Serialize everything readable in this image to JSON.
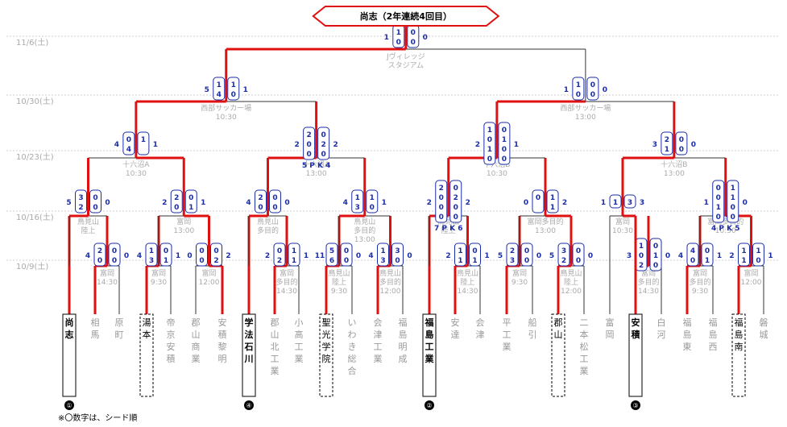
{
  "champion": "尚志（2年連続4回目）",
  "note": "※〇数字は、シード順",
  "dates": [
    "11/6(土)",
    "10/30(土)",
    "10/23(土)",
    "10/16(土)",
    "10/9(土)"
  ],
  "final": {
    "venue": [
      "Jヴィレッジ",
      "スタジアム"
    ],
    "left": [
      "1",
      "0"
    ],
    "right": [
      "0",
      "0"
    ],
    "sideL": "1",
    "sideR": "0"
  },
  "semis": [
    {
      "venue": [
        "西部サッカー場",
        "10:30"
      ],
      "left": [
        "1",
        "4"
      ],
      "right": [
        "1",
        "0"
      ],
      "sideL": "5",
      "sideR": "1"
    },
    {
      "venue": [
        "西部サッカー場",
        "13:00"
      ],
      "left": [
        "1",
        "0"
      ],
      "right": [
        "0",
        "0"
      ],
      "sideL": "1",
      "sideR": "0"
    }
  ],
  "qf": [
    {
      "venue": [
        "十六沼A",
        "10:30"
      ],
      "left": [
        "0",
        "4"
      ],
      "right": [
        "1"
      ],
      "sideL": "4",
      "sideR": "1"
    },
    {
      "venue": [
        "十六沼A",
        "13:00"
      ],
      "left": [
        "2",
        "0",
        "0"
      ],
      "right": [
        "0",
        "2",
        "0"
      ],
      "sideL": "2",
      "sideR": "2",
      "pk": "5 P K 4"
    },
    {
      "venue": [
        "十六沼B",
        "10:30"
      ],
      "left": [
        "1",
        "0",
        "1",
        "0"
      ],
      "right": [
        "0",
        "1",
        "0",
        "0"
      ],
      "sideL": "2",
      "sideR": "1"
    },
    {
      "venue": [
        "十六沼B",
        "13:00"
      ],
      "left": [
        "2",
        "1"
      ],
      "right": [
        "0",
        "0"
      ],
      "sideL": "3",
      "sideR": "0"
    }
  ],
  "r16_labels": [
    {
      "venue": [
        "鳥見山",
        "陸上"
      ],
      "left": [
        "3",
        "2"
      ],
      "right": [
        "0",
        "0"
      ],
      "sideL": "5",
      "sideR": "0"
    },
    {
      "venue": [
        "富岡",
        "13:00"
      ],
      "left": [
        "2",
        "0"
      ],
      "right": [
        "0",
        "1"
      ],
      "sideL": "2",
      "sideR": "1"
    },
    {
      "venue": [
        "鳥見山",
        "多目的"
      ],
      "left": [
        "2",
        "0"
      ],
      "right": [
        "0",
        "0"
      ],
      "sideL": "4",
      "sideR": "0"
    },
    {
      "venue": [
        "鳥見山",
        "多目的",
        "13:00"
      ],
      "left": [
        "1",
        "3"
      ],
      "right": [
        "1",
        "0"
      ],
      "sideL": "4",
      "sideR": "1"
    },
    {
      "venue": [
        "鳥見山",
        "陸上"
      ],
      "left": [
        "2",
        "0",
        "0",
        "0"
      ],
      "right": [
        "0",
        "2",
        "0",
        "0"
      ],
      "sideL": "2",
      "sideR": "2",
      "pk": "7 P K 6"
    },
    {
      "venue": [
        "富岡多目的",
        "13:00"
      ],
      "left": [
        "0"
      ],
      "right": [
        "1",
        "1"
      ],
      "sideL": "0",
      "sideR": "2"
    },
    {
      "venue": [
        "富岡",
        "10:30"
      ],
      "left": [
        "1"
      ],
      "right": [
        "3"
      ],
      "sideL": "1",
      "sideR": "3"
    },
    {
      "venue": [
        "富岡多目的",
        "10:30"
      ],
      "left": [
        "0",
        "0",
        "1",
        "0"
      ],
      "right": [
        "1",
        "1",
        "0",
        "0"
      ],
      "sideL": "1",
      "sideR": "0",
      "pk": "4 P K 5"
    }
  ],
  "r1_labels": [
    {
      "venue": [
        "富岡",
        "14:30"
      ],
      "left": [
        "2",
        "0"
      ],
      "right": [
        "0",
        "0"
      ],
      "sideL": "4",
      "sideR": "0"
    },
    {
      "venue": [
        "富岡",
        "9:30"
      ],
      "left": [
        "1",
        "3"
      ],
      "right": [
        "0",
        "1"
      ],
      "sideL": "4",
      "sideR": "1"
    },
    {
      "venue": [
        "富岡",
        "12:00"
      ],
      "left": [
        "0",
        "0"
      ],
      "right": [
        "0",
        "2"
      ],
      "sideL": "0",
      "sideR": "2"
    },
    {
      "venue": [
        "富岡",
        "多目的",
        "14:30"
      ],
      "left": [
        "0",
        "2"
      ],
      "right": [
        "1",
        "1"
      ],
      "sideL": "2",
      "sideR": "1"
    },
    {
      "venue": [
        "鳥見山",
        "陸上",
        "9:30"
      ],
      "left": [
        "5",
        "6"
      ],
      "right": [
        "0",
        "0"
      ],
      "sideL": "11",
      "sideR": "0"
    },
    {
      "venue": [
        "鳥見山",
        "多目的",
        "12:00"
      ],
      "left": [
        "1",
        "3"
      ],
      "right": [
        "3",
        "0"
      ],
      "sideL": "4",
      "sideR": "0"
    },
    {
      "venue": [
        "鳥見山",
        "陸上",
        "14:30"
      ],
      "left": [
        "1",
        "1"
      ],
      "right": [
        "0",
        "1"
      ],
      "sideL": "2",
      "sideR": "1"
    },
    {
      "venue": [
        "富岡",
        "9:30"
      ],
      "left": [
        "2",
        "3"
      ],
      "right": [
        "0",
        "0"
      ],
      "sideL": "5",
      "sideR": "0"
    },
    {
      "venue": [
        "鳥見山",
        "陸上",
        "12:00"
      ],
      "left": [
        "3",
        "2"
      ],
      "right": [
        "0",
        "0"
      ],
      "sideL": "5",
      "sideR": "0"
    },
    {
      "venue": [
        "富岡",
        "多目的",
        "14:30"
      ],
      "left": [
        "1",
        "0",
        "2"
      ],
      "right": [
        "0",
        "1",
        "0"
      ],
      "sideL": "3",
      "sideR": "0"
    },
    {
      "venue": [
        "富岡",
        "多目的",
        "9:30"
      ],
      "left": [
        "4",
        "0"
      ],
      "right": [
        "0",
        "1"
      ],
      "sideL": "4",
      "sideR": "1"
    },
    {
      "venue": [
        "富岡",
        "12:00"
      ],
      "left": [
        "1",
        "1"
      ],
      "right": [
        "1",
        "0"
      ],
      "sideL": "2",
      "sideR": "1"
    }
  ],
  "teams": [
    {
      "name": "尚志",
      "box": "solid",
      "seed": "①"
    },
    {
      "name": "相馬",
      "box": "none"
    },
    {
      "name": "原町",
      "box": "none"
    },
    {
      "name": "湯本",
      "box": "dashed"
    },
    {
      "name": "帝京安積",
      "box": "none"
    },
    {
      "name": "郡山商業",
      "box": "none"
    },
    {
      "name": "安積黎明",
      "box": "none"
    },
    {
      "name": "学法石川",
      "box": "solid",
      "seed": "④"
    },
    {
      "name": "郡山北工業",
      "box": "none"
    },
    {
      "name": "小高工業",
      "box": "none"
    },
    {
      "name": "聖光学院",
      "box": "dashed"
    },
    {
      "name": "いわき総合",
      "box": "none"
    },
    {
      "name": "会津工業",
      "box": "none"
    },
    {
      "name": "福島明成",
      "box": "none"
    },
    {
      "name": "福島工業",
      "box": "solid",
      "seed": "②"
    },
    {
      "name": "安達",
      "box": "none"
    },
    {
      "name": "会津",
      "box": "none"
    },
    {
      "name": "平工業",
      "box": "none"
    },
    {
      "name": "船引",
      "box": "none"
    },
    {
      "name": "郡山",
      "box": "dashed"
    },
    {
      "name": "二本松工業",
      "box": "none"
    },
    {
      "name": "富岡",
      "box": "none"
    },
    {
      "name": "安積",
      "box": "solid",
      "seed": "③"
    },
    {
      "name": "白河",
      "box": "none"
    },
    {
      "name": "福島東",
      "box": "none"
    },
    {
      "name": "福島西",
      "box": "none"
    },
    {
      "name": "福島南",
      "box": "dashed"
    },
    {
      "name": "磐城",
      "box": "none"
    }
  ]
}
